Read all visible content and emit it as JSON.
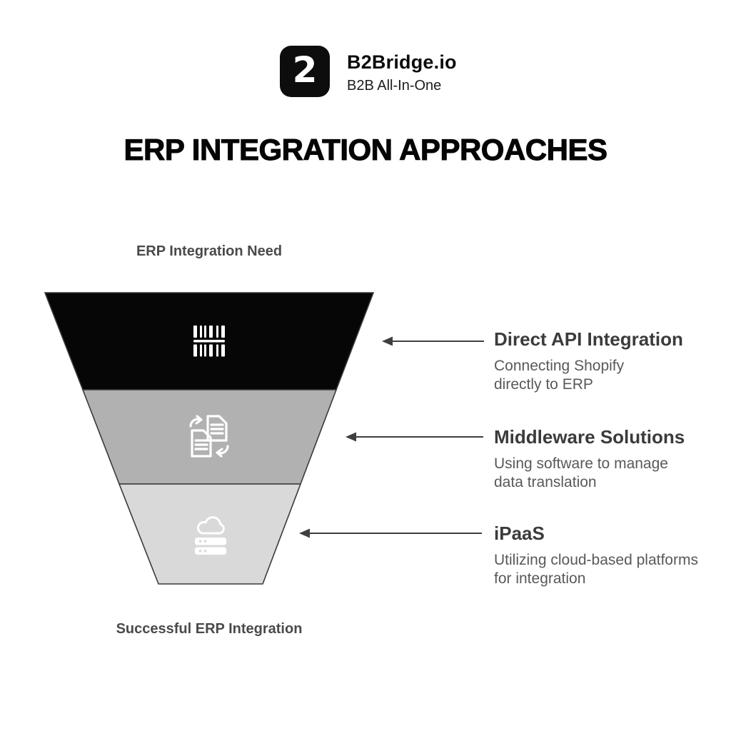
{
  "header": {
    "brand_name": "B2Bridge.io",
    "brand_tagline": "B2B All-In-One",
    "logo_glyph": "2",
    "logo_bg_color": "#0d0d0d"
  },
  "title": "ERP INTEGRATION APPROACHES",
  "funnel": {
    "top_label": "ERP Integration Need",
    "bottom_label": "Successful ERP Integration",
    "outline_color": "#3a3a3a",
    "arrow_color": "#3f3f3f",
    "icon_color": "#ffffff"
  },
  "approaches": [
    {
      "heading": "Direct API Integration",
      "description_line1": "Connecting Shopify",
      "description_line2": "directly to ERP",
      "section_color": "#060606",
      "icon": "barcode-icon"
    },
    {
      "heading": "Middleware Solutions",
      "description_line1": "Using software to manage",
      "description_line2": "data translation",
      "section_color": "#b1b1b1",
      "icon": "document-transfer-icon"
    },
    {
      "heading": "iPaaS",
      "description_line1": "Utilizing cloud-based platforms",
      "description_line2": "for integration",
      "section_color": "#d9d9d9",
      "icon": "cloud-server-icon"
    }
  ]
}
